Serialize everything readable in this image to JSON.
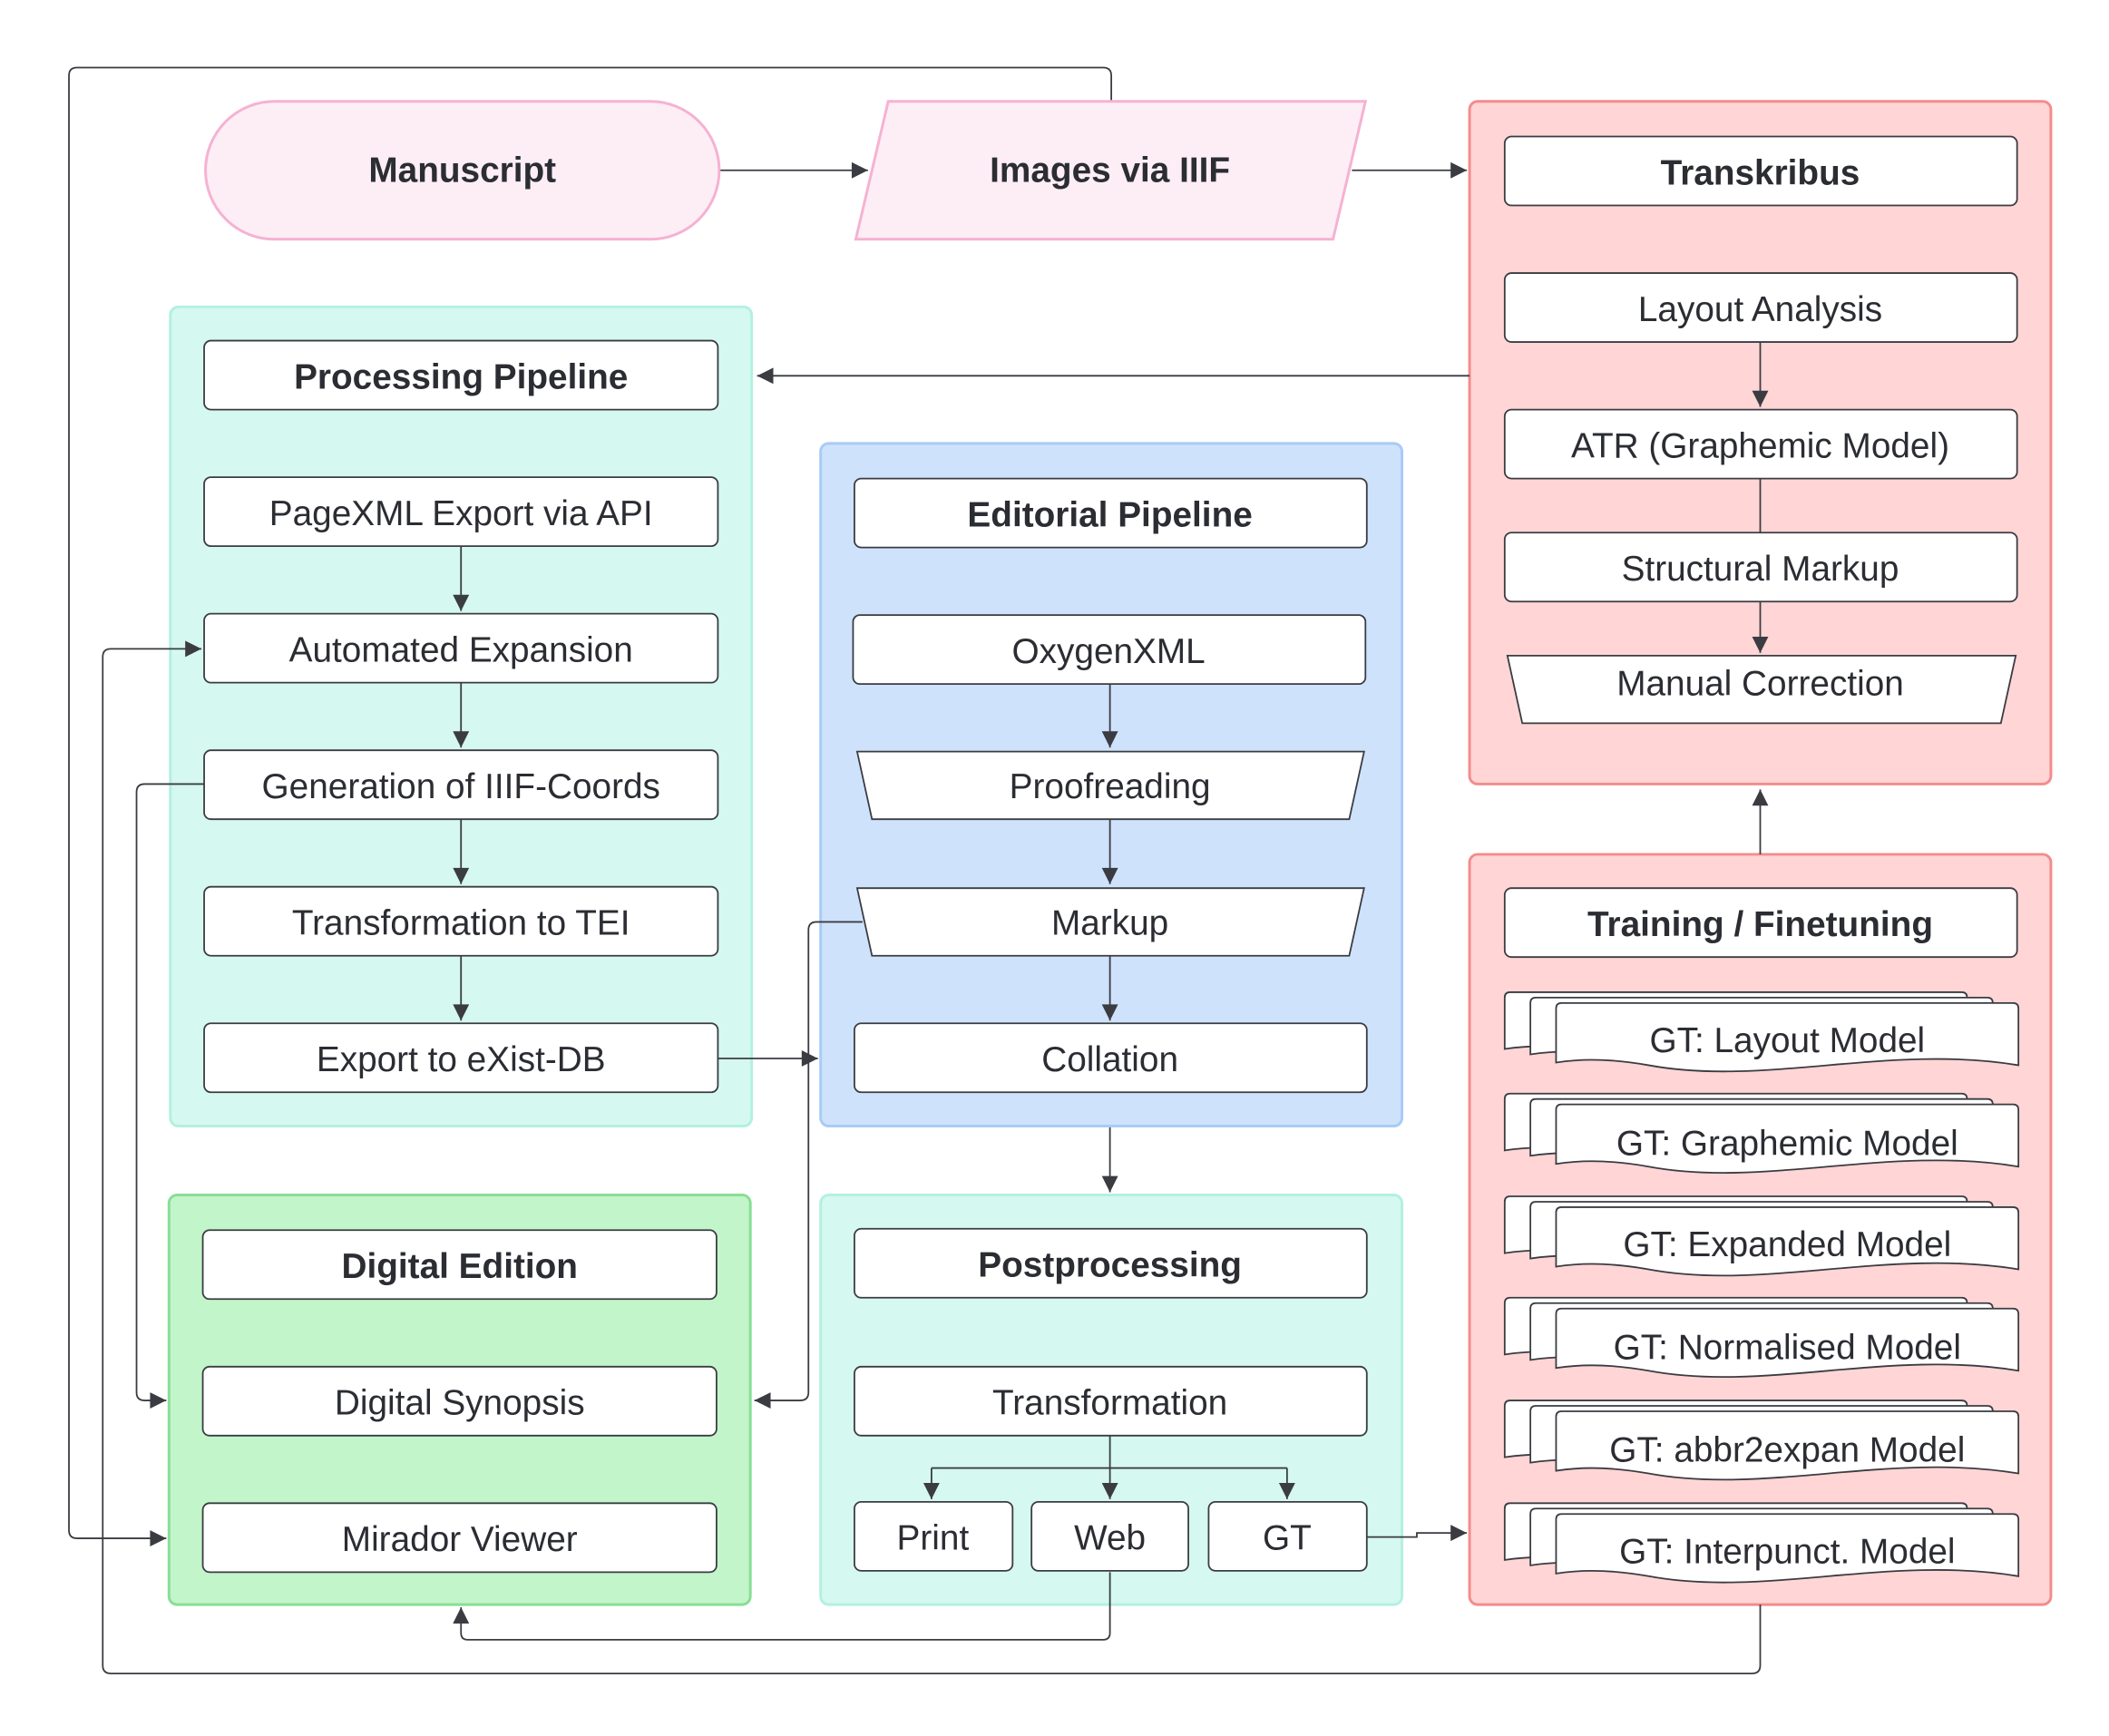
{
  "colors": {
    "pink_fill": "#fdeef6",
    "pink_stroke": "#f5b2d2",
    "teal_fill": "#d5f8f0",
    "teal_stroke": "#b3f0e1",
    "blue_fill": "#cfe2fc",
    "blue_stroke": "#a8cbf5",
    "green_fill": "#c2f5c9",
    "green_stroke": "#89de95",
    "red_fill": "#ffd5d5",
    "red_stroke": "#f38c8c",
    "line": "#3a3c42"
  },
  "nodes": {
    "manuscript": "Manuscript",
    "images_iiif": "Images via IIIF"
  },
  "transkribus": {
    "title": "Transkribus",
    "layout_analysis": "Layout Analysis",
    "atr": "ATR (Graphemic Model)",
    "structural_markup": "Structural Markup",
    "manual_correction": "Manual Correction"
  },
  "processing": {
    "title": "Processing Pipeline",
    "pagexml": "PageXML Export via API",
    "expansion": "Automated Expansion",
    "coords": "Generation of IIIF-Coords",
    "tei": "Transformation to TEI",
    "exist": "Export to eXist-DB"
  },
  "editorial": {
    "title": "Editorial Pipeline",
    "oxygen": "OxygenXML",
    "proofreading": "Proofreading",
    "markup": "Markup",
    "collation": "Collation"
  },
  "training": {
    "title": "Training / Finetuning",
    "gt_layout": "GT: Layout Model",
    "gt_graphemic": "GT: Graphemic Model",
    "gt_expanded": "GT: Expanded Model",
    "gt_normalised": "GT: Normalised Model",
    "gt_abbr2expan": "GT: abbr2expan Model",
    "gt_interpunct": "GT: Interpunct. Model"
  },
  "digital_edition": {
    "title": "Digital Edition",
    "synopsis": "Digital Synopsis",
    "mirador": "Mirador Viewer"
  },
  "postprocessing": {
    "title": "Postprocessing",
    "transformation": "Transformation",
    "print": "Print",
    "web": "Web",
    "gt": "GT"
  }
}
